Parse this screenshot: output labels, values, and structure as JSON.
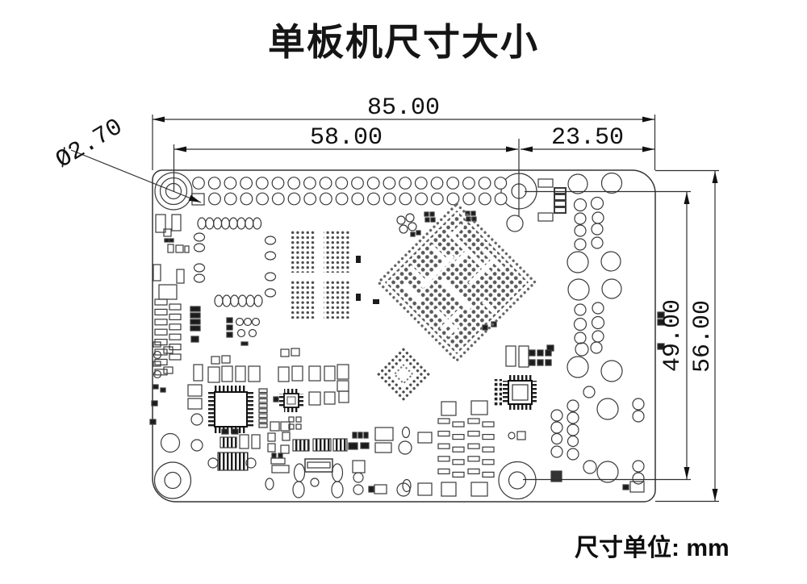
{
  "title": "单板机尺寸大小",
  "unit_label": "尺寸单位: mm",
  "dimensions": {
    "board_width": "85.00",
    "hole_span_width": "58.00",
    "right_offset": "23.50",
    "hole_diameter": "Ø2.70",
    "hole_span_height": "49.00",
    "board_height": "56.00"
  },
  "colors": {
    "line": "#2e2e2e",
    "component": "#3a3a3a",
    "dark_part": "#1c1c1c"
  }
}
